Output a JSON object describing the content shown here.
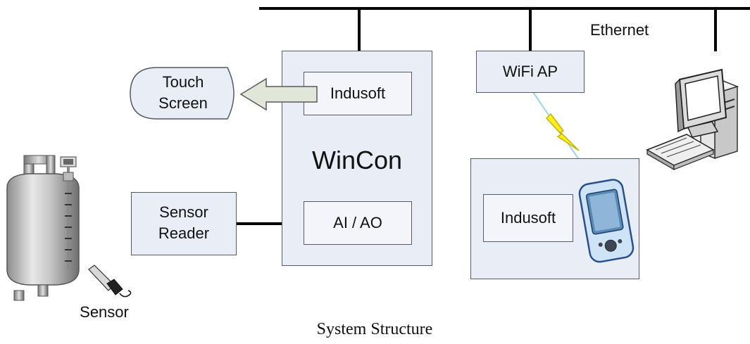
{
  "labels": {
    "ethernet": "Ethernet",
    "wifi_ap": "WiFi AP",
    "touch_screen_line1": "Touch",
    "touch_screen_line2": "Screen",
    "indusoft_wincon": "Indusoft",
    "wincon": "WinCon",
    "sensor_reader_line1": "Sensor",
    "sensor_reader_line2": "Reader",
    "ai_ao": "AI / AO",
    "indusoft_pda": "Indusoft",
    "sensor": "Sensor"
  },
  "caption": "System Structure",
  "icons": [
    "storage-tank-icon",
    "sensor-probe-icon",
    "desktop-computer-icon",
    "pda-icon",
    "lightning-bolt-icon",
    "arrow-left-icon"
  ],
  "colors": {
    "box_fill": "#e9edf5",
    "box_border": "#555a66",
    "bus_line": "#000000",
    "lightning": "#ffee22",
    "arrow_fill": "#e0e6d8"
  }
}
